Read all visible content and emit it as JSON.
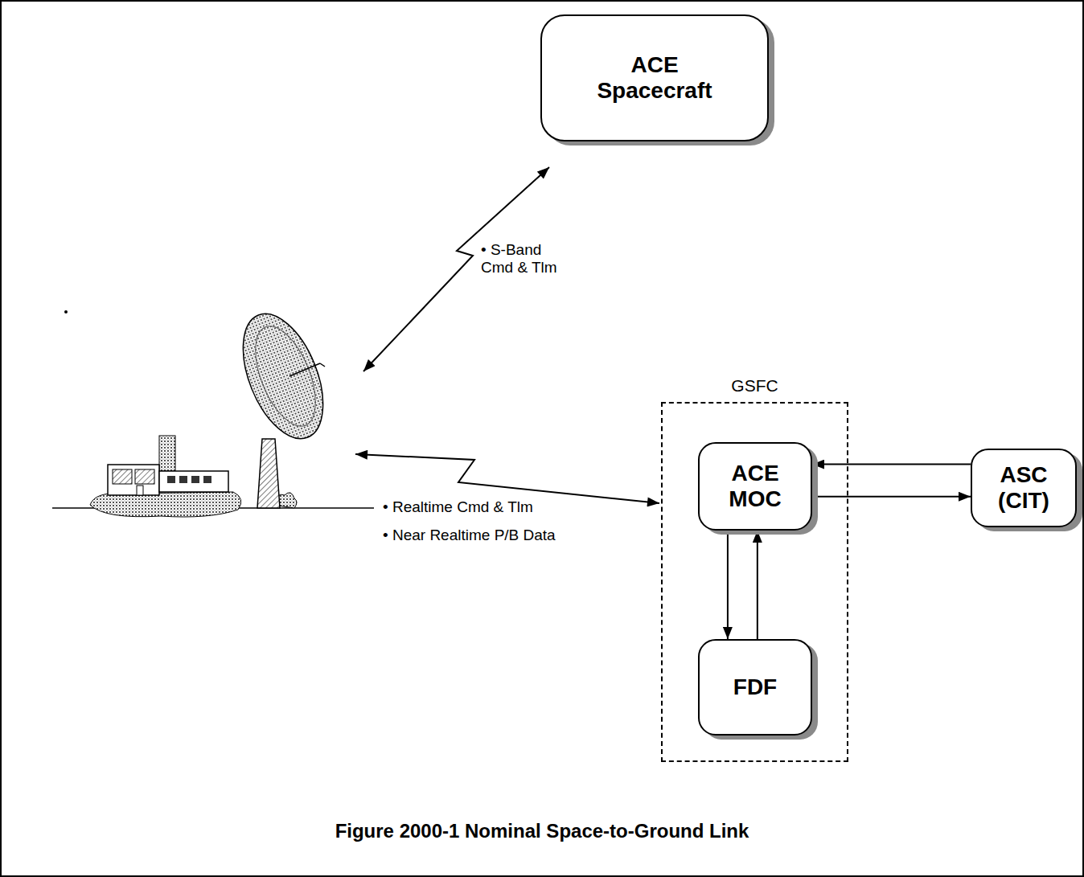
{
  "diagram": {
    "caption": "Figure 2000-1 Nominal Space-to-Ground Link",
    "nodes": [
      {
        "text": [
          "ACE Spacecraft"
        ]
      },
      {
        "text": [
          "GSFC"
        ]
      },
      {
        "text": [
          "ACE MOC"
        ],
        "in": 1
      },
      {
        "text": [
          "FDF"
        ],
        "in": 1
      },
      {
        "text": [
          "ASC (CIT)"
        ]
      }
    ],
    "edges": [
      {
        "from": 4,
        "to": 2,
        "arrow": "to"
      },
      {
        "from": 2,
        "to": 4,
        "arrow": "to"
      },
      {
        "from": 2,
        "to": 3,
        "arrow": "to"
      },
      {
        "from": 3,
        "to": 2,
        "arrow": "to"
      }
    ],
    "labels": [
      "• S-Band Cmd & Tlm",
      "• Realtime Cmd & Tlm",
      "• Near Realtime P/B Data"
    ]
  }
}
